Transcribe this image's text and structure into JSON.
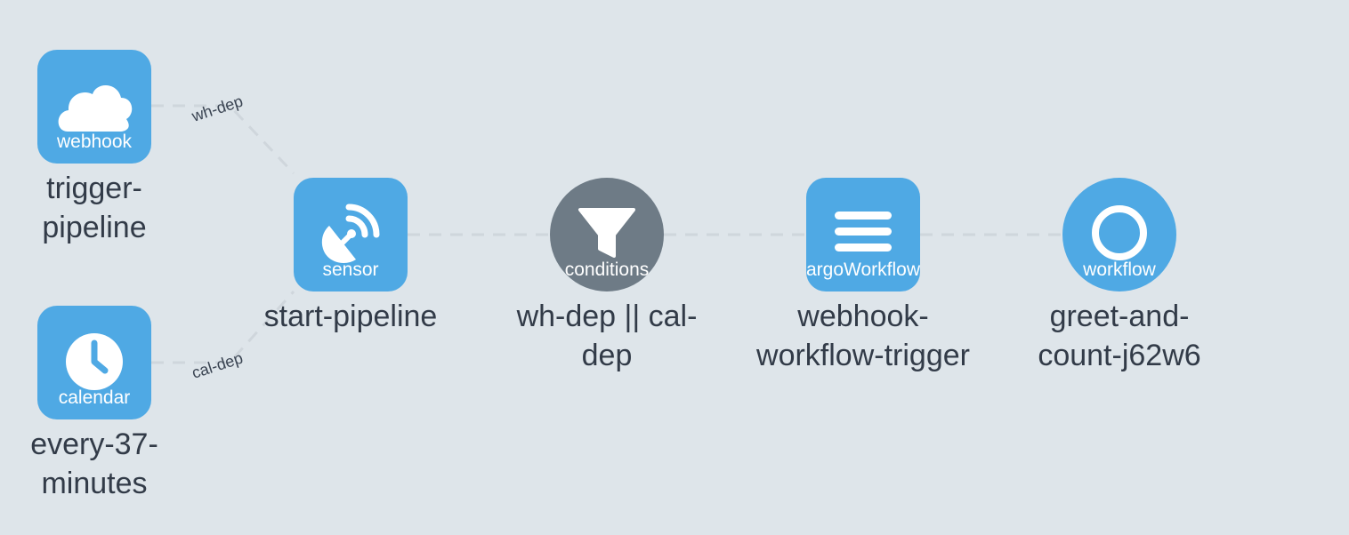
{
  "nodes": {
    "webhook": {
      "type": "webhook",
      "name": "trigger-\npipeline",
      "icon": "cloud-icon"
    },
    "calendar": {
      "type": "calendar",
      "name": "every-37-\nminutes",
      "icon": "clock-icon"
    },
    "sensor": {
      "type": "sensor",
      "name": "start-pipeline",
      "icon": "satellite-dish-icon"
    },
    "condition": {
      "type": "conditions",
      "name": "wh-dep || cal-\ndep",
      "icon": "funnel-icon"
    },
    "trigger": {
      "type": "argoWorkflow",
      "name": "webhook-\nworkflow-trigger",
      "icon": "bars-icon"
    },
    "workflow": {
      "type": "workflow",
      "name": "greet-and-\ncount-j62w6",
      "icon": "ring-icon"
    }
  },
  "edges": {
    "wh_dep": "wh-dep",
    "cal_dep": "cal-dep"
  },
  "colors": {
    "background": "#dee5ea",
    "node_blue": "#4fa9e4",
    "node_gray": "#6e7b86",
    "edge": "#cfd6dc",
    "text": "#323b48"
  }
}
